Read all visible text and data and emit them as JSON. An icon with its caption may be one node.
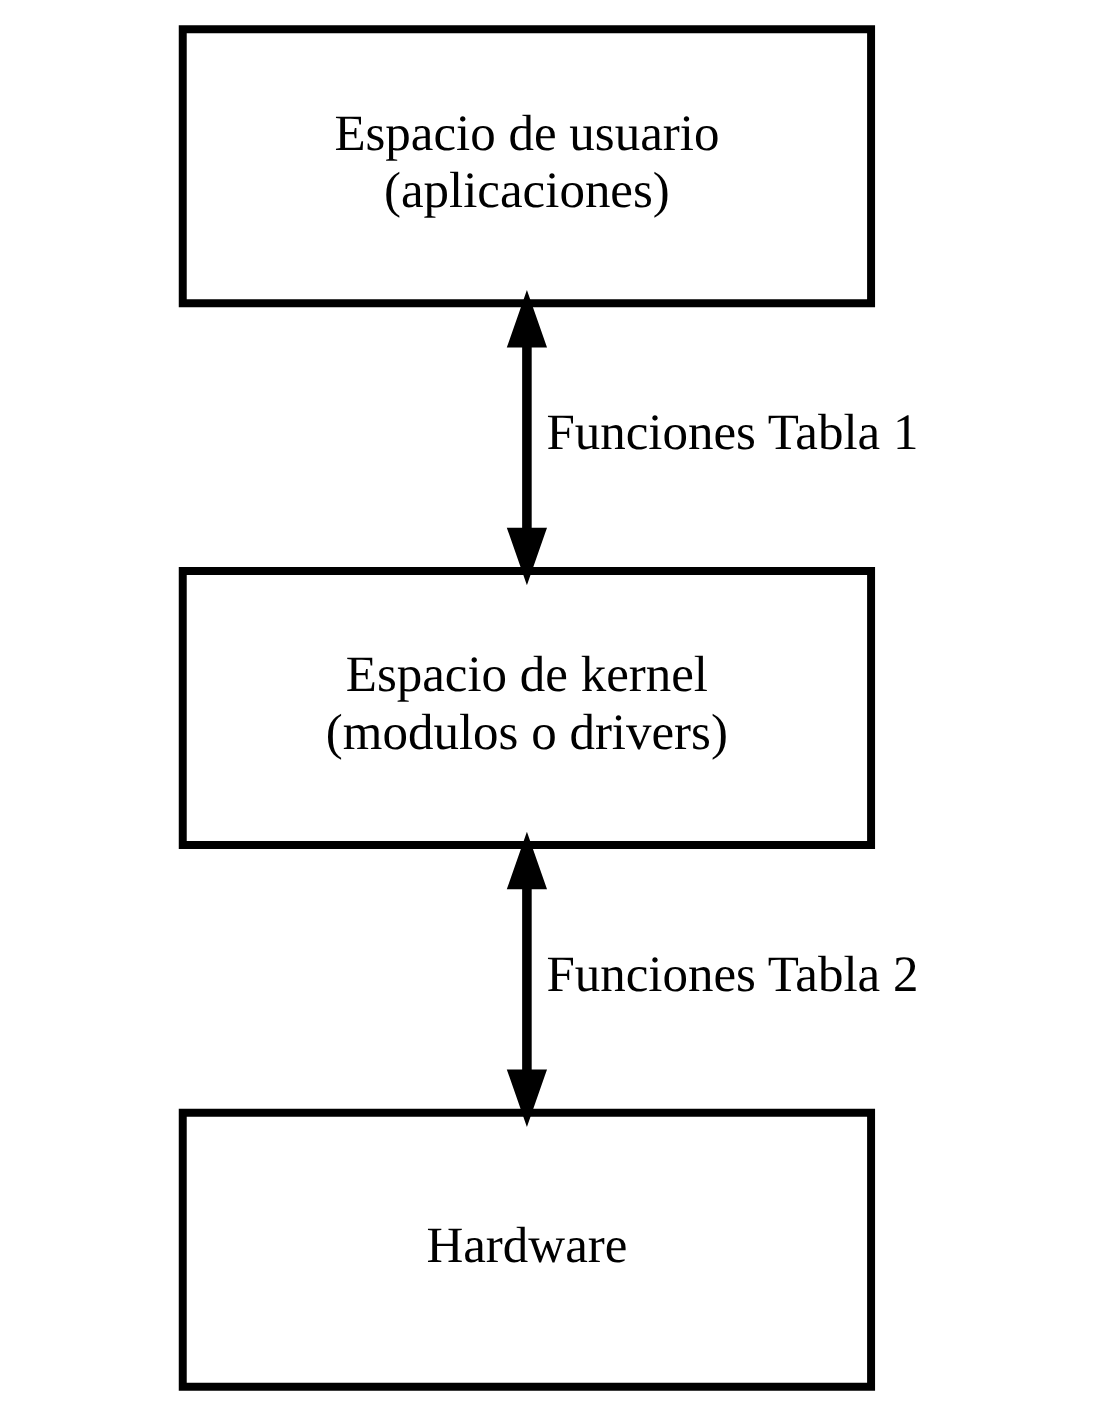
{
  "diagram": {
    "nodes": [
      {
        "text": [
          "Espacio de usuario (aplicaciones)"
        ]
      },
      {
        "text": [
          "Espacio de kernel (modulos o drivers)"
        ]
      },
      {
        "text": [
          "Hardware"
        ]
      }
    ],
    "edges": [
      {
        "from": 0,
        "to": 1,
        "arrow": "both",
        "label": "Funciones Tabla 1"
      },
      {
        "from": 1,
        "to": 2,
        "arrow": "both",
        "label": "Funciones Tabla 2"
      }
    ]
  }
}
